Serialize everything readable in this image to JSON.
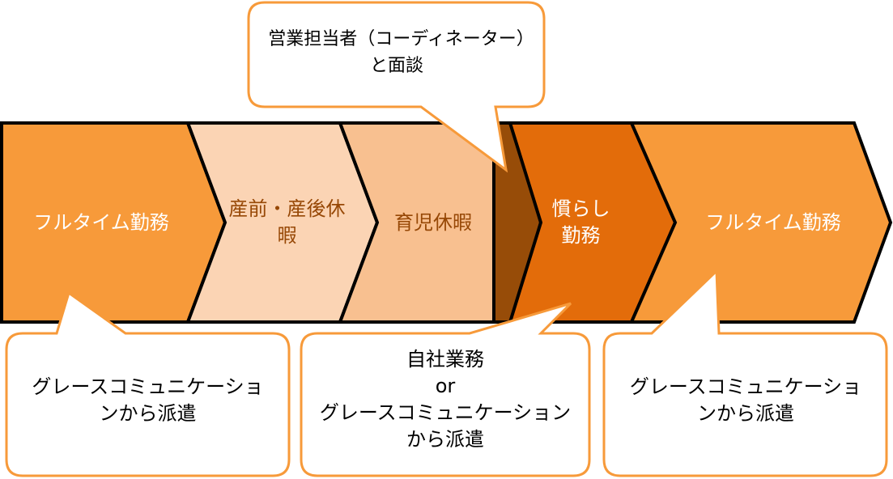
{
  "colors": {
    "orange": "#F79A3A",
    "light_peach": "#FBD4B4",
    "peach": "#F8C090",
    "dark_brown": "#974C08",
    "dark_orange": "#E36C0A",
    "callout_border": "#F79A3A"
  },
  "stages": [
    {
      "label": "フルタイム勤務"
    },
    {
      "label": "産前・産後休暇"
    },
    {
      "label": "育児休暇"
    },
    {
      "label": "慣らし勤務"
    },
    {
      "label": "フルタイム勤務"
    }
  ],
  "callouts": {
    "top": "営業担当者（コーディネーター）と面談",
    "bottom_left": "グレースコミュニケーションから派遣",
    "bottom_middle_line1": "自社業務",
    "bottom_middle_line2": "or",
    "bottom_middle_line3": "グレースコミュニケーションから派遣",
    "bottom_right": "グレースコミュニケーションから派遣"
  }
}
